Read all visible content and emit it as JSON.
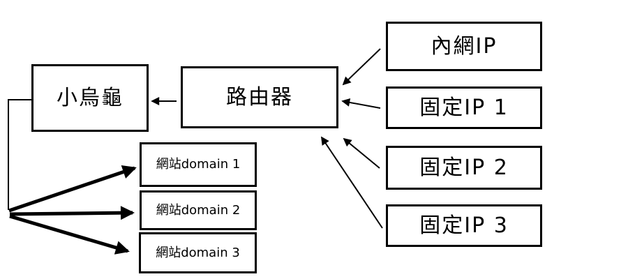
{
  "colors": {
    "background": "#ffffff",
    "line": "#000000",
    "box_fill": "#ffffff",
    "text": "#000000"
  },
  "diagram": {
    "nodes": {
      "modem": {
        "label": "小烏龜"
      },
      "router": {
        "label": "路由器"
      },
      "lan_ip": {
        "label": "內網IP"
      },
      "fixed_ip_1": {
        "label": "固定IP 1"
      },
      "fixed_ip_2": {
        "label": "固定IP 2"
      },
      "fixed_ip_3": {
        "label": "固定IP 3"
      },
      "domain_1": {
        "label": "網站domain 1"
      },
      "domain_2": {
        "label": "網站domain 2"
      },
      "domain_3": {
        "label": "網站domain 3"
      }
    },
    "edges": [
      {
        "from": "router",
        "to": "modem",
        "style": "thin-arrow"
      },
      {
        "from": "lan_ip",
        "to": "router",
        "style": "thin-arrow"
      },
      {
        "from": "fixed_ip_1",
        "to": "router",
        "style": "thin-arrow"
      },
      {
        "from": "fixed_ip_2",
        "to": "router",
        "style": "thin-arrow"
      },
      {
        "from": "fixed_ip_3",
        "to": "router",
        "style": "thin-arrow"
      },
      {
        "from": "modem",
        "to": "domain_1",
        "style": "thick-arrow"
      },
      {
        "from": "modem",
        "to": "domain_2",
        "style": "thick-arrow"
      },
      {
        "from": "modem",
        "to": "domain_3",
        "style": "thick-arrow"
      }
    ]
  }
}
